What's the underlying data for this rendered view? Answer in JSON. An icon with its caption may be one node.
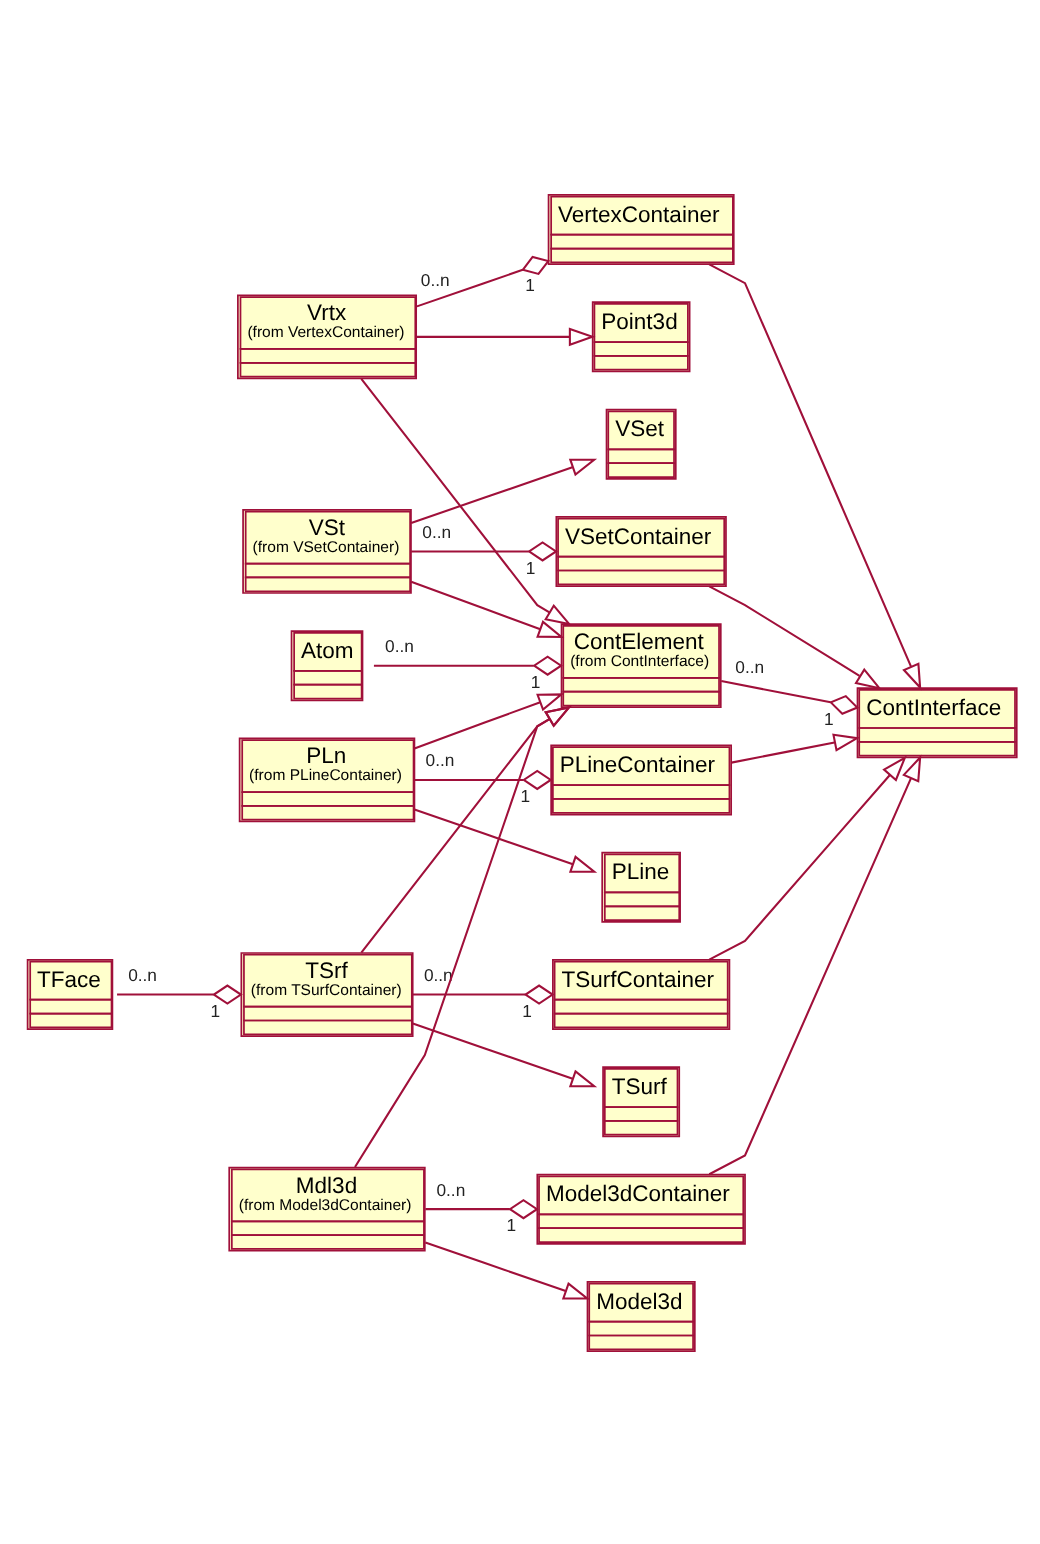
{
  "diagram": {
    "nodes": [
      {
        "text": [
          "ContElement",
          "(from ContInterface)"
        ]
      },
      {
        "text": [
          "ContInterface"
        ]
      },
      {
        "text": [
          "Point3d"
        ]
      },
      {
        "text": [
          "Atom"
        ]
      },
      {
        "text": [
          "Vrtx",
          "(from VertexContainer)"
        ]
      },
      {
        "text": [
          "VertexContainer"
        ]
      },
      {
        "text": [
          "VSet"
        ]
      },
      {
        "text": [
          "VSt",
          "(from VSetContainer)"
        ]
      },
      {
        "text": [
          "VSetContainer"
        ]
      },
      {
        "text": [
          "PLine"
        ]
      },
      {
        "text": [
          "PLn",
          "(from PLineContainer)"
        ]
      },
      {
        "text": [
          "PLineContainer"
        ]
      },
      {
        "text": [
          "TSurf"
        ]
      },
      {
        "text": [
          "TFace"
        ]
      },
      {
        "text": [
          "TSrf",
          "(from TSurfContainer)"
        ]
      },
      {
        "text": [
          "TSurfContainer"
        ]
      },
      {
        "text": [
          "Model3d"
        ]
      },
      {
        "text": [
          "Mdl3d",
          "(from Model3dContainer)"
        ]
      },
      {
        "text": [
          "Model3dContainer"
        ]
      }
    ],
    "edges": [
      {
        "from": 0,
        "to": 1,
        "arrow": "other"
      },
      {
        "from": 3,
        "to": 0,
        "arrow": "other"
      },
      {
        "from": 4,
        "to": 2,
        "arrow": "to"
      },
      {
        "from": 4,
        "to": 0,
        "arrow": "to"
      },
      {
        "from": 4,
        "to": 5,
        "arrow": "other"
      },
      {
        "from": 5,
        "to": 1,
        "arrow": "to"
      },
      {
        "from": 7,
        "to": 6,
        "arrow": "to"
      },
      {
        "from": 7,
        "to": 0,
        "arrow": "to"
      },
      {
        "from": 7,
        "to": 8,
        "arrow": "other"
      },
      {
        "from": 8,
        "to": 1,
        "arrow": "to"
      },
      {
        "from": 10,
        "to": 9,
        "arrow": "to"
      },
      {
        "from": 10,
        "to": 0,
        "arrow": "to"
      },
      {
        "from": 10,
        "to": 11,
        "arrow": "other"
      },
      {
        "from": 11,
        "to": 1,
        "arrow": "to"
      },
      {
        "from": 14,
        "to": 12,
        "arrow": "to"
      },
      {
        "from": 13,
        "to": 14,
        "arrow": "other"
      },
      {
        "from": 14,
        "to": 0,
        "arrow": "to"
      },
      {
        "from": 14,
        "to": 15,
        "arrow": "other"
      },
      {
        "from": 15,
        "to": 1,
        "arrow": "to"
      },
      {
        "from": 17,
        "to": 16,
        "arrow": "to"
      },
      {
        "from": 17,
        "to": 0,
        "arrow": "to"
      },
      {
        "from": 17,
        "to": 18,
        "arrow": "other"
      },
      {
        "from": 18,
        "to": 1,
        "arrow": "to"
      }
    ],
    "labels": [
      "0..n",
      "1",
      "1",
      "0..n",
      "0..n",
      "1",
      "0..n",
      "1",
      "0..n",
      "1",
      "0..n",
      "1",
      "0..n",
      "1",
      "0..n",
      "1"
    ]
  }
}
